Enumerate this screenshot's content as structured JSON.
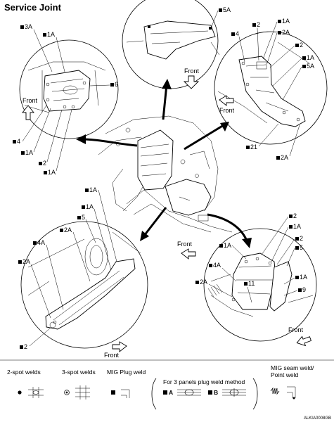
{
  "title": "Service Joint",
  "callouts": {
    "tl_3A": "3A",
    "tl_1A_top": "1A",
    "tl_6": "6",
    "tl_4": "4",
    "tl_1A_l": "1A",
    "tl_2": "2",
    "tl_1A_b": "1A",
    "tc_5A": "5A",
    "tr_1A_top": "1A",
    "tr_2_top": "2",
    "tr_2A_top": "2A",
    "tr_4": "4",
    "tr_2": "2",
    "tr_1A": "1A",
    "tr_5A": "5A",
    "tr_21": "21",
    "tr_2A_bot": "2A",
    "bl_1A_top": "1A",
    "bl_1A": "1A",
    "bl_5": "5",
    "bl_2A_a": "2A",
    "bl_4A": "4A",
    "bl_2A_b": "2A",
    "bl_2": "2",
    "br_2_top": "2",
    "br_1A_top": "1A",
    "br_2": "2",
    "br_5": "5",
    "br_1A_l": "1A",
    "br_4A": "4A",
    "br_2A": "2A",
    "br_11": "11",
    "br_1A": "1A",
    "br_9": "9"
  },
  "front_labels": {
    "top_left": "Front",
    "top_center": "Front",
    "top_right": "Front",
    "bottom_left_mid": "Front",
    "bottom_left": "Front",
    "bottom_right": "Front"
  },
  "legend": {
    "two_spot": "2-spot welds",
    "three_spot": "3-spot welds",
    "mig_plug": "MIG Plug weld",
    "three_panels": "For 3 panels plug weld method",
    "method_a": "A",
    "method_b": "B",
    "mig_seam_line1": "MIG seam weld/",
    "mig_seam_line2": "Point weld"
  },
  "reference_code": "ALKIA0008GB"
}
